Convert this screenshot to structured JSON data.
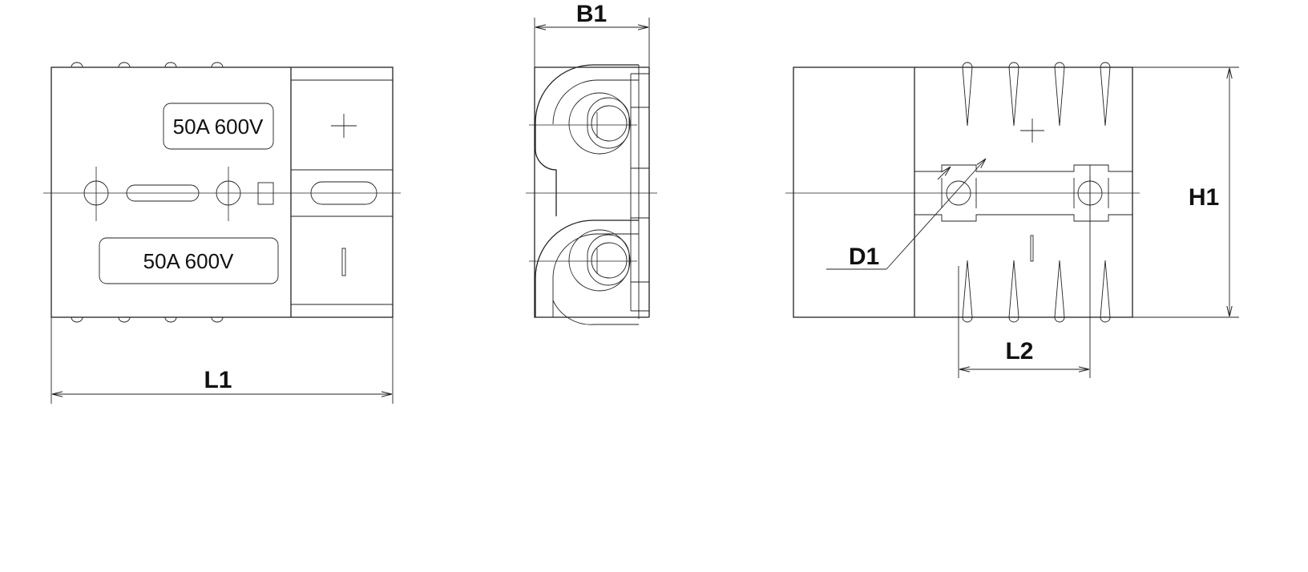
{
  "labels": {
    "rating_top": "50A 600V",
    "rating_bottom": "50A 600V",
    "plus_symbol": "+",
    "minus_symbol": "|",
    "dim_length_overall": "L1",
    "dim_width": "B1",
    "dim_height": "H1",
    "dim_pin_spacing": "L2",
    "dim_hole_diameter": "D1"
  }
}
